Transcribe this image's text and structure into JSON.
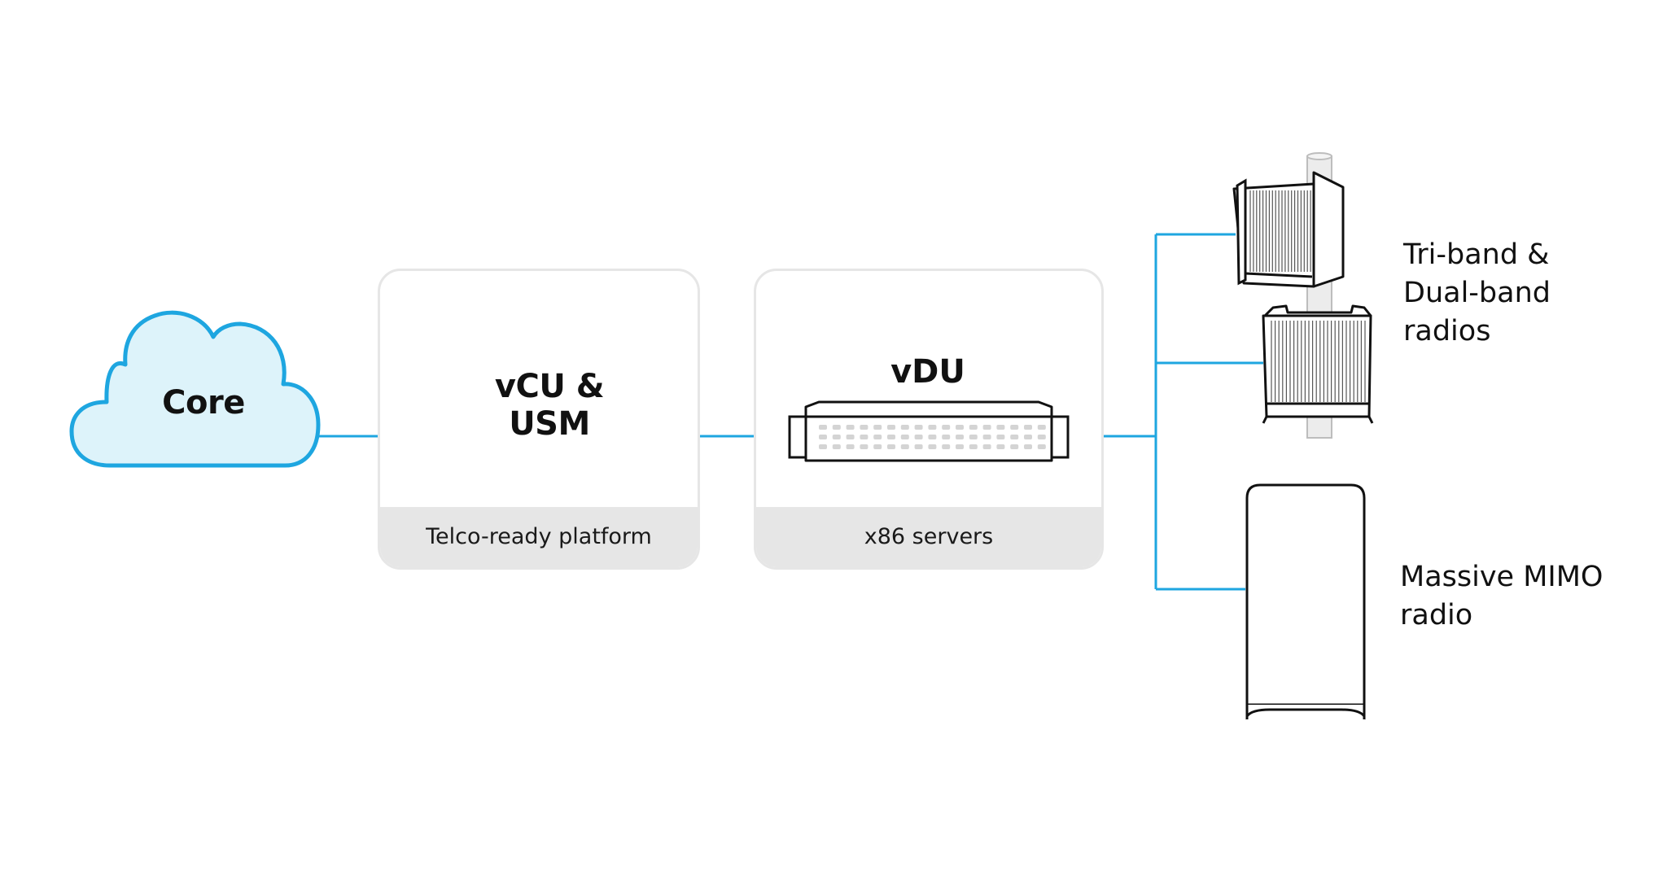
{
  "core": {
    "label": "Core"
  },
  "platform": {
    "cloud_label": "vCU &\nUSM",
    "footer": "Telco-ready platform"
  },
  "servers": {
    "title": "vDU",
    "footer": "x86 servers"
  },
  "radios": [
    {
      "label": "Tri-band &\nDual-band\nradios"
    },
    {
      "label": "Massive MIMO\nradio"
    }
  ],
  "colors": {
    "core_cloud_stroke": "#1ea6e0",
    "core_cloud_fill": "#ddf3fa",
    "vcu_cloud_stroke": "#19b8a4",
    "vcu_cloud_fill": "#dcf5f1",
    "connector": "#1ea6e0",
    "panel_border": "#e6e6e6",
    "panel_footer": "#e6e6e6"
  }
}
